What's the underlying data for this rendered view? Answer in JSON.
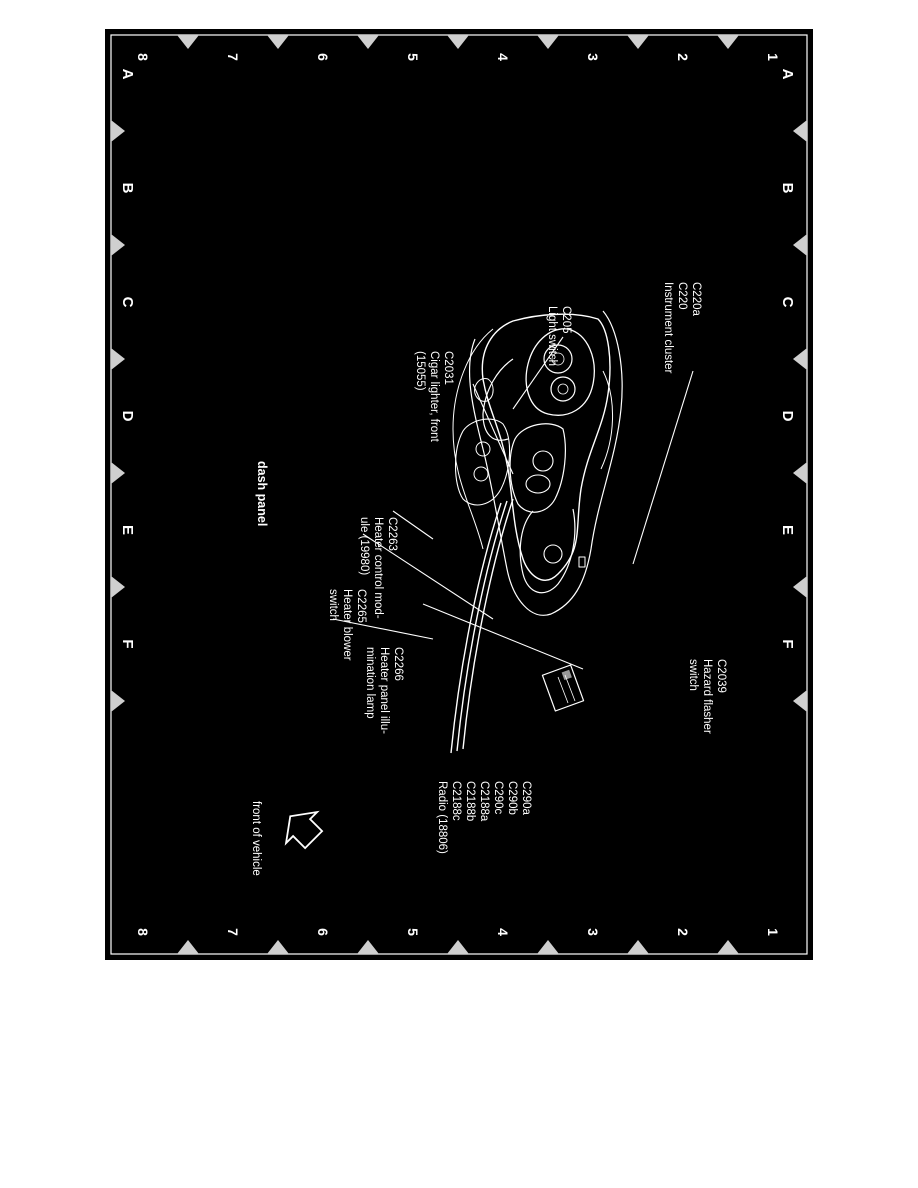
{
  "diagram": {
    "title": "dash panel",
    "grid": {
      "rows": [
        "A",
        "B",
        "C",
        "D",
        "E",
        "F"
      ],
      "columns": [
        "1",
        "2",
        "3",
        "4",
        "5",
        "6",
        "7",
        "8"
      ]
    },
    "callouts": [
      {
        "id": "instrument-cluster",
        "lines": [
          "C220a",
          "C220",
          "Instrument cluster"
        ]
      },
      {
        "id": "light-switch",
        "lines": [
          "C205",
          "Light switch"
        ]
      },
      {
        "id": "cigar-lighter",
        "lines": [
          "C2031",
          "Cigar lighter, front",
          "(15055)"
        ]
      },
      {
        "id": "heater-control-module",
        "lines": [
          "C2263",
          "Heater control mod-",
          "ule (19980)"
        ]
      },
      {
        "id": "heater-blower-switch",
        "lines": [
          "C2265",
          "Heater blower",
          "switch"
        ]
      },
      {
        "id": "heater-panel-lamp",
        "lines": [
          "C2266",
          "Heater panel illu-",
          "mination lamp"
        ]
      },
      {
        "id": "hazard-flasher-switch",
        "lines": [
          "C2039",
          "Hazard flasher",
          "switch"
        ]
      },
      {
        "id": "radio",
        "lines": [
          "C290a",
          "C290b",
          "C290c",
          "C2188a",
          "C2188b",
          "C2188c",
          "Radio (18806)"
        ]
      }
    ],
    "orientation_label": "front of vehicle"
  }
}
